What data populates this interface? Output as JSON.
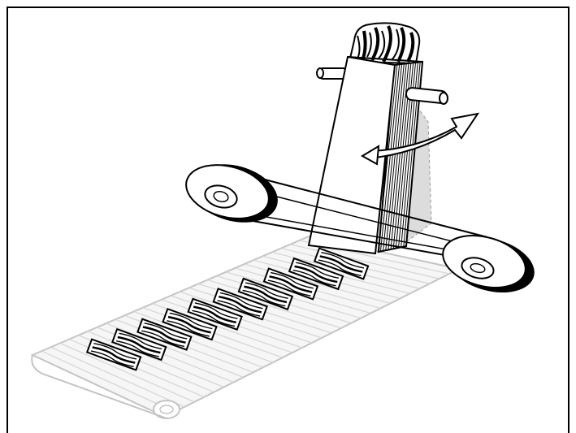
{
  "diagram": {
    "components": [
      "sliced-food-stack",
      "vertical-feeder-magazine",
      "guide-rods",
      "rotation-arrow",
      "drive-pulley-left",
      "drive-pulley-right",
      "drive-belt",
      "conveyor-belt",
      "deposited-slices"
    ],
    "slice_count_on_conveyor": 10
  },
  "colors": {
    "ink": "#000000",
    "paper": "#ffffff",
    "conveyor": "#c8c8c8",
    "conveyor_fill": "#f4f4f4",
    "shadow": "#cfcfcf",
    "frame": "#000000"
  }
}
